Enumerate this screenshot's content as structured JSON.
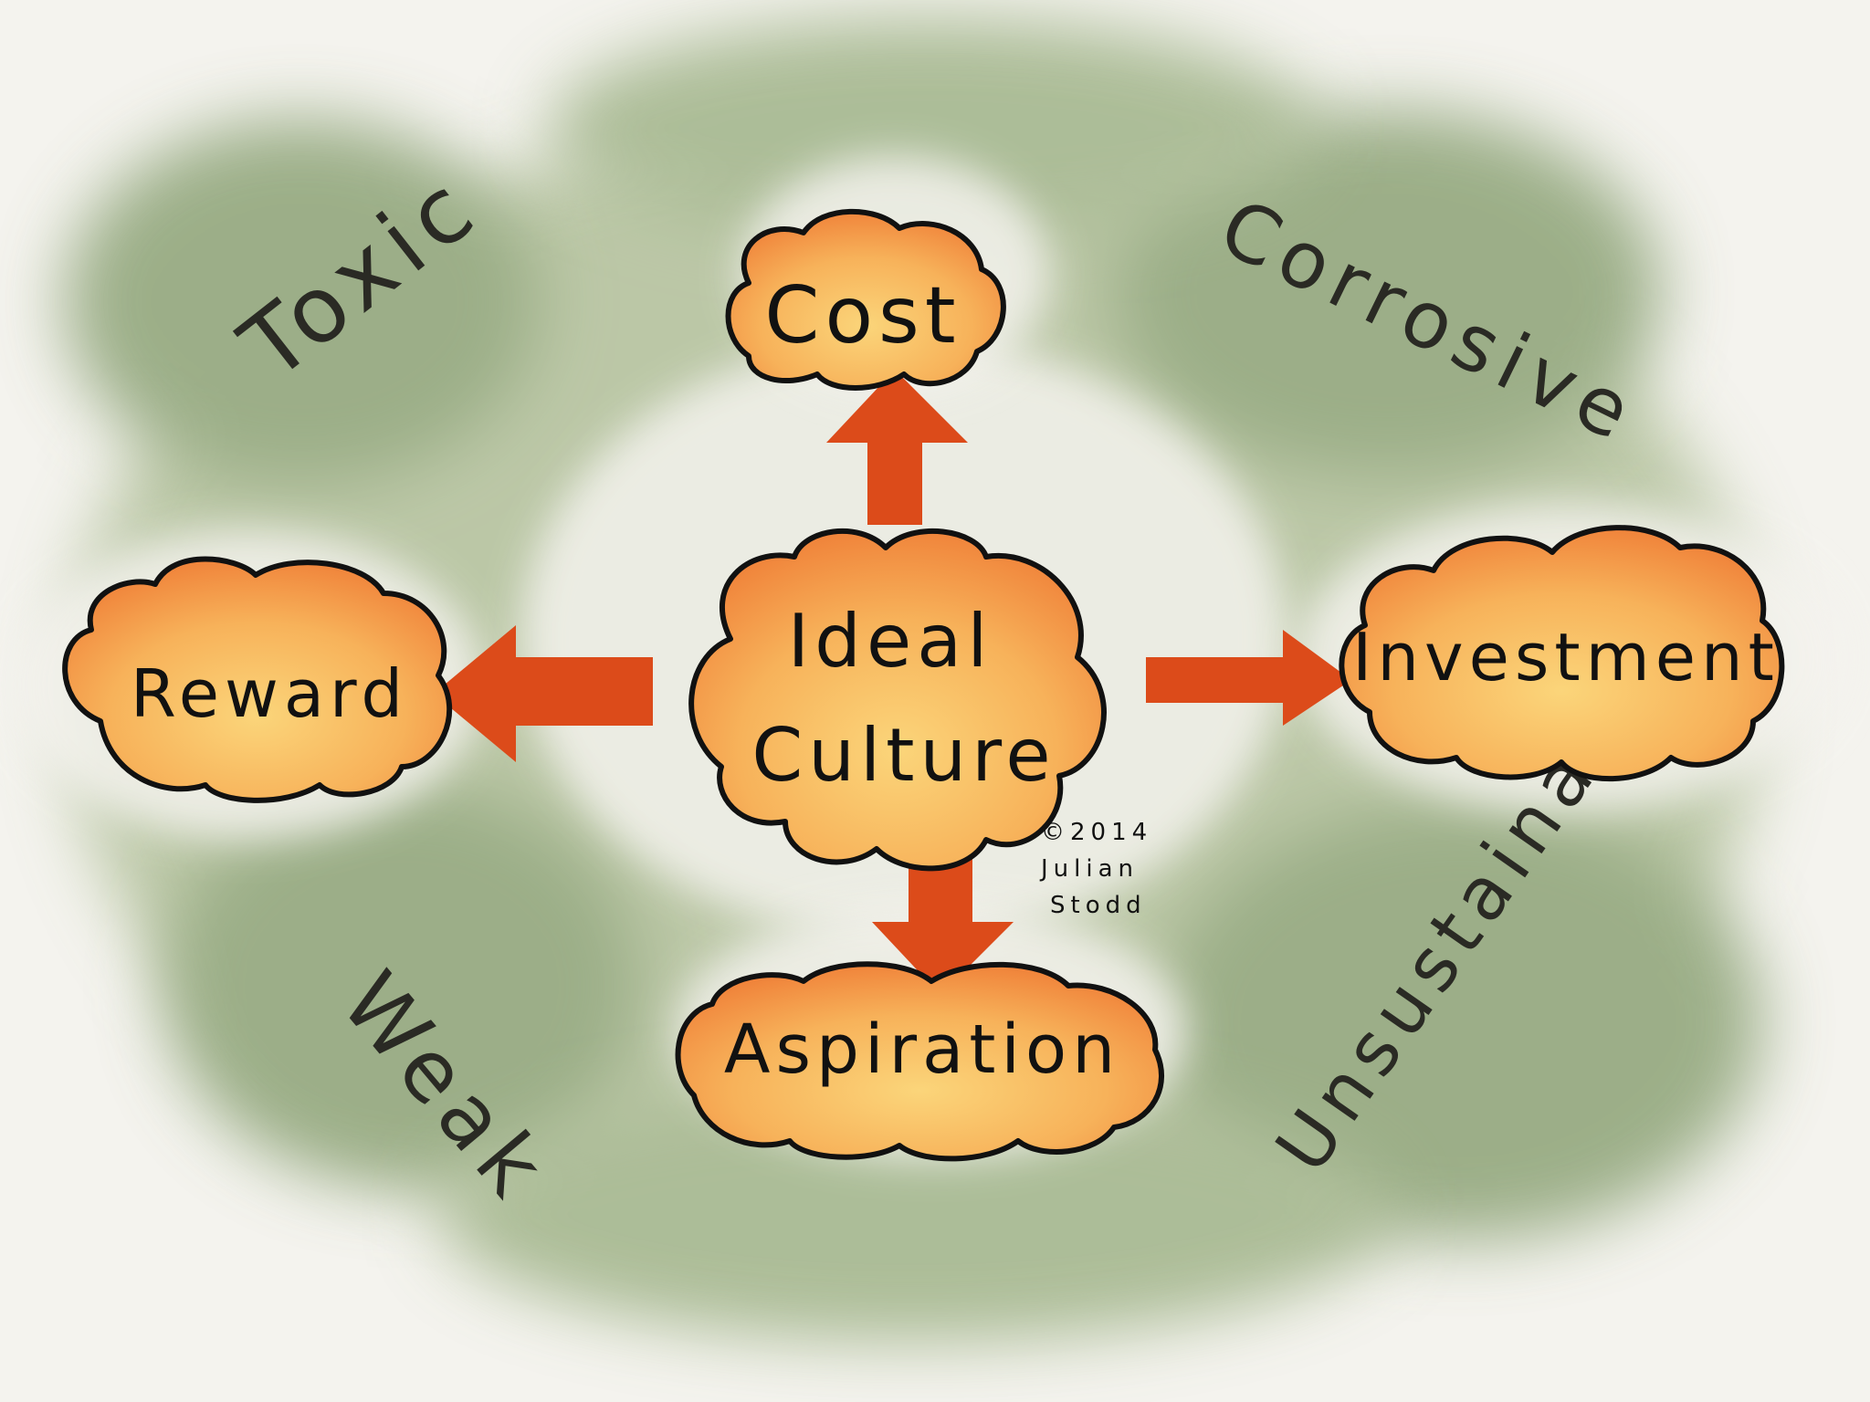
{
  "diagram": {
    "center": {
      "line1": "Ideal",
      "line2": "Culture"
    },
    "nodes": {
      "top": "Cost",
      "left": "Reward",
      "right": "Investment",
      "bottom": "Aspiration"
    },
    "zones": {
      "top_left": "Toxic",
      "top_right": "Corrosive",
      "bottom_left": "Weak",
      "bottom_right": "Unsustainable"
    },
    "credit": {
      "line1": "©2014",
      "line2": "Julian",
      "line3": "Stodd"
    }
  },
  "colors": {
    "background": "#f4f3ee",
    "wash_green": "#8aa272",
    "wash_green_dark": "#5f7a4e",
    "cloud_orange": "#f0883a",
    "cloud_yellow": "#f9cf6e",
    "arrow": "#dc4b1a",
    "outline": "#111111"
  }
}
